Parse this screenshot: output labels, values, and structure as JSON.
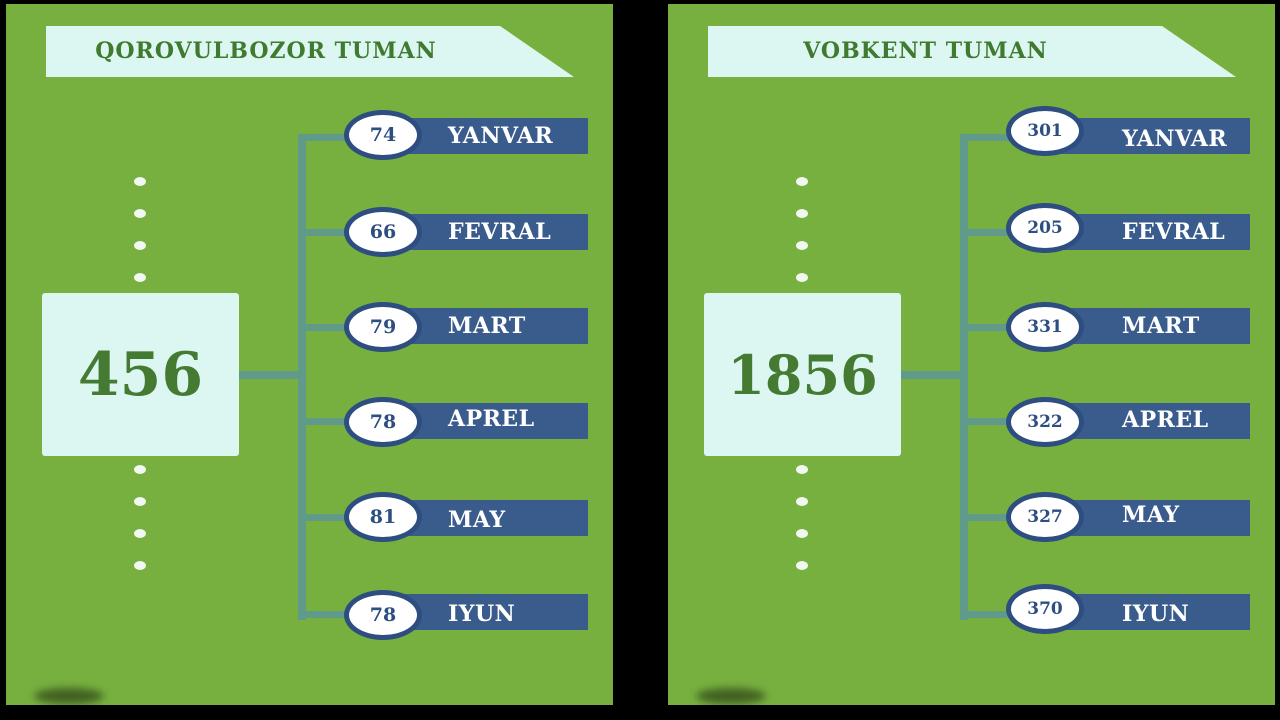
{
  "panels": [
    {
      "title": "QOROVULBOZOR TUMAN",
      "total": "456",
      "months": [
        {
          "label": "YANVAR",
          "value": "74"
        },
        {
          "label": "FEVRAL",
          "value": "66"
        },
        {
          "label": "MART",
          "value": "79"
        },
        {
          "label": "APREL",
          "value": "78"
        },
        {
          "label": "MAY",
          "value": "81"
        },
        {
          "label": "IYUN",
          "value": "78"
        }
      ]
    },
    {
      "title": "VOBKENT TUMAN",
      "total": "1856",
      "months": [
        {
          "label": "YANVAR",
          "value": "301"
        },
        {
          "label": "FEVRAL",
          "value": "205"
        },
        {
          "label": "MART",
          "value": "331"
        },
        {
          "label": "APREL",
          "value": "322"
        },
        {
          "label": "MAY",
          "value": "327"
        },
        {
          "label": "IYUN",
          "value": "370"
        }
      ]
    }
  ],
  "colors": {
    "background": "#000000",
    "panel_green": "#77b03f",
    "light_box": "#dcf7f2",
    "text_green": "#447a32",
    "navy": "#3a5c8d",
    "oval_border": "#2e4d80",
    "connector": "#5f9a8a"
  }
}
